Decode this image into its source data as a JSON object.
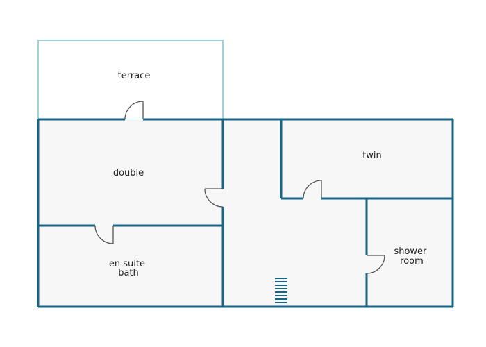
{
  "colors": {
    "wall": "#1a6585",
    "terrace_outline": "#9fd2dc",
    "floor": "#f7f7f7",
    "door": "#555555",
    "background": "#ffffff"
  },
  "rooms": {
    "terrace": {
      "label": "terrace"
    },
    "double": {
      "label": "double"
    },
    "en_suite": {
      "line1": "en suite",
      "line2": "bath"
    },
    "twin": {
      "label": "twin"
    },
    "shower": {
      "line1": "shower",
      "line2": "room"
    }
  },
  "icons": {
    "stairs": "stairs-icon",
    "door": "door-swing-icon"
  }
}
